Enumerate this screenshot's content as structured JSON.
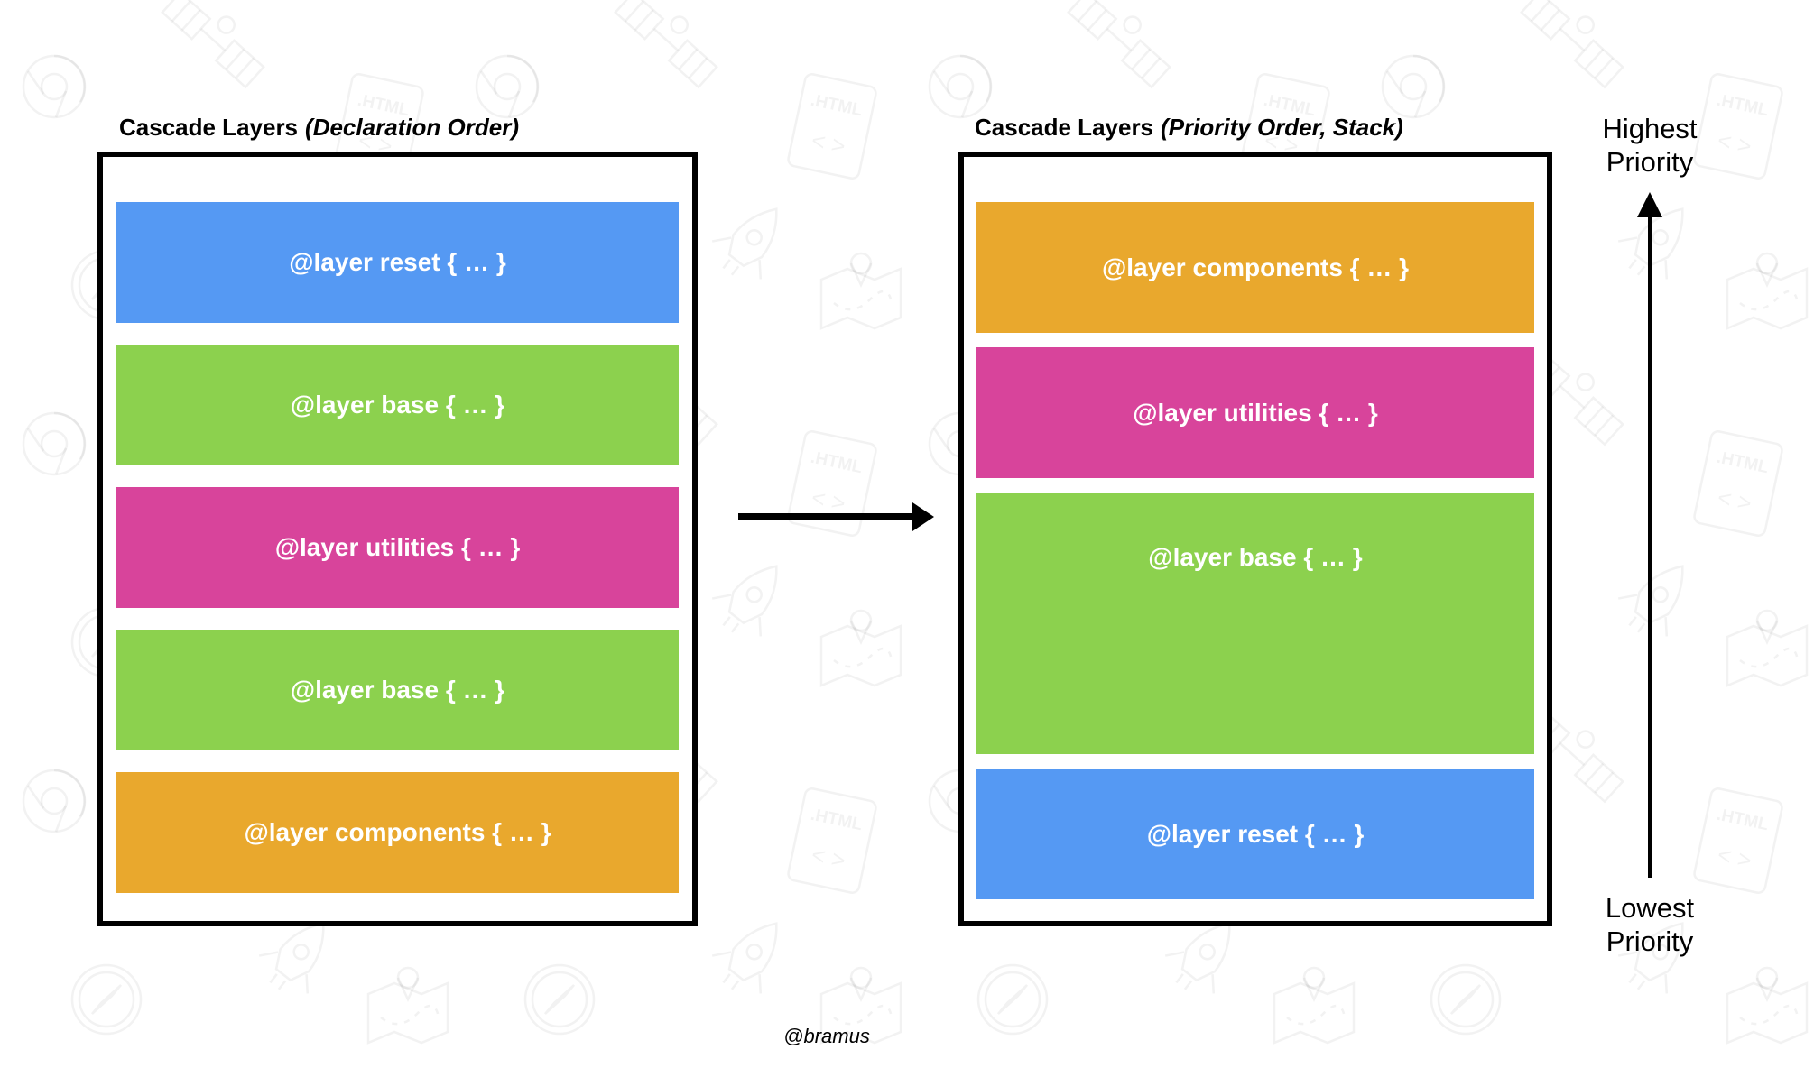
{
  "page": {
    "background": "#ffffff",
    "text_color": "#000000"
  },
  "left_panel": {
    "title": "Cascade Layers",
    "title_qualifier": "(Declaration Order)",
    "bars": [
      {
        "name": "reset",
        "label": "@layer reset { … }",
        "color": "#5599F3"
      },
      {
        "name": "base",
        "label": "@layer base { … }",
        "color": "#8CD14E"
      },
      {
        "name": "utilities",
        "label": "@layer utilities { … }",
        "color": "#D8449B"
      },
      {
        "name": "base",
        "label": "@layer base { … }",
        "color": "#8CD14E"
      },
      {
        "name": "components",
        "label": "@layer components { … }",
        "color": "#E9A82D"
      }
    ]
  },
  "right_panel": {
    "title": "Cascade Layers",
    "title_qualifier": "(Priority Order, Stack)",
    "bars": [
      {
        "name": "components",
        "label": "@layer components { … }",
        "color": "#E9A82D"
      },
      {
        "name": "utilities",
        "label": "@layer utilities { … }",
        "color": "#D8449B"
      },
      {
        "name": "base",
        "label": "@layer base { … }",
        "color": "#8CD14E",
        "merged": true
      },
      {
        "name": "reset",
        "label": "@layer reset { … }",
        "color": "#5599F3"
      }
    ]
  },
  "priority_axis": {
    "highest_label": "Highest\nPriority",
    "lowest_label": "Lowest\nPriority"
  },
  "attribution": "@bramus",
  "colors": {
    "box_border": "#000000",
    "arrow": "#000000",
    "bar_text": "#ffffff",
    "bar_blue": "#5599F3",
    "bar_green": "#8CD14E",
    "bar_pink": "#D8449B",
    "bar_orange": "#E9A82D"
  }
}
